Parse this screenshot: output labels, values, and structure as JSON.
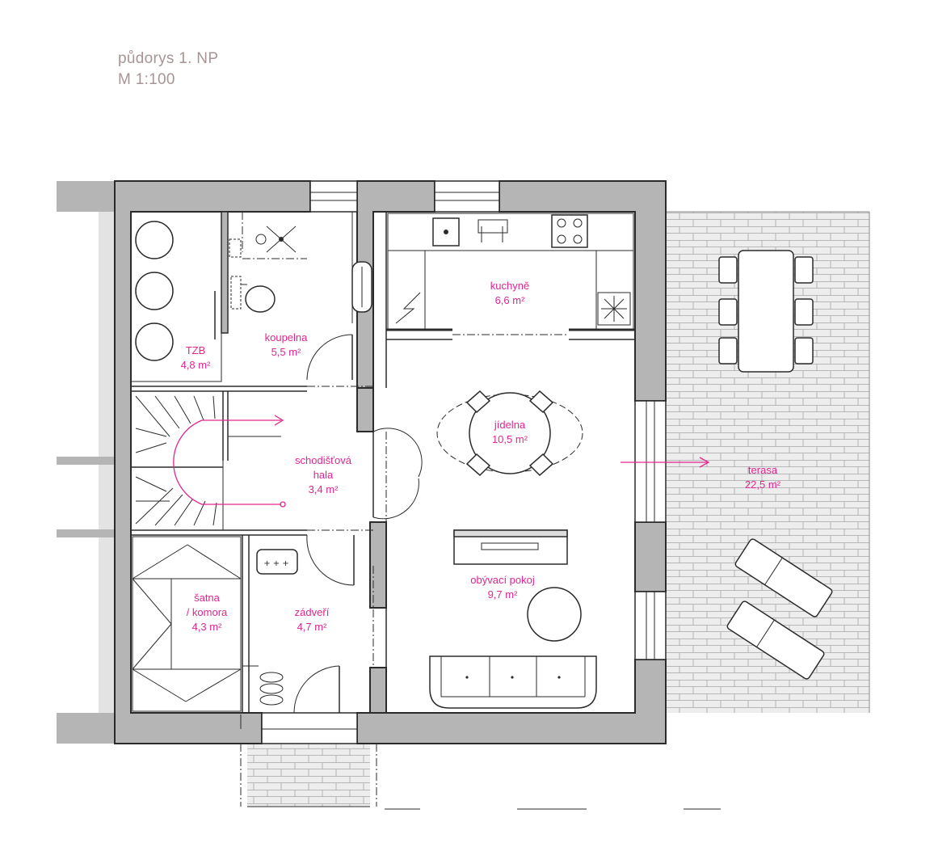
{
  "title": {
    "line1": "půdorys 1. NP",
    "line2": "M 1:100"
  },
  "rooms": {
    "tzb": {
      "name": "TZB",
      "area": "4,8 m²"
    },
    "koupelna": {
      "name": "koupelna",
      "area": "5,5 m²"
    },
    "kuchyne": {
      "name": "kuchyně",
      "area": "6,6 m²"
    },
    "jidelna": {
      "name": "jídelna",
      "area": "10,5 m²"
    },
    "schodistova_hala": {
      "name_line1": "schodišťová",
      "name_line2": "hala",
      "area": "3,4 m²"
    },
    "terasa": {
      "name": "terasa",
      "area": "22,5 m²"
    },
    "obyvaci_pokoj": {
      "name": "obývací pokoj",
      "area": "9,7 m²"
    },
    "satna": {
      "name_line1": "šatna",
      "name_line2": "/ komora",
      "area": "4,3 m²"
    },
    "zadveri": {
      "name": "zádveří",
      "area": "4,7 m²"
    }
  },
  "colors": {
    "label": "#e0268f",
    "title": "#a89494",
    "wall_fill": "#b5b5b5",
    "line": "#2b2b2b",
    "paving": "#ececec"
  }
}
